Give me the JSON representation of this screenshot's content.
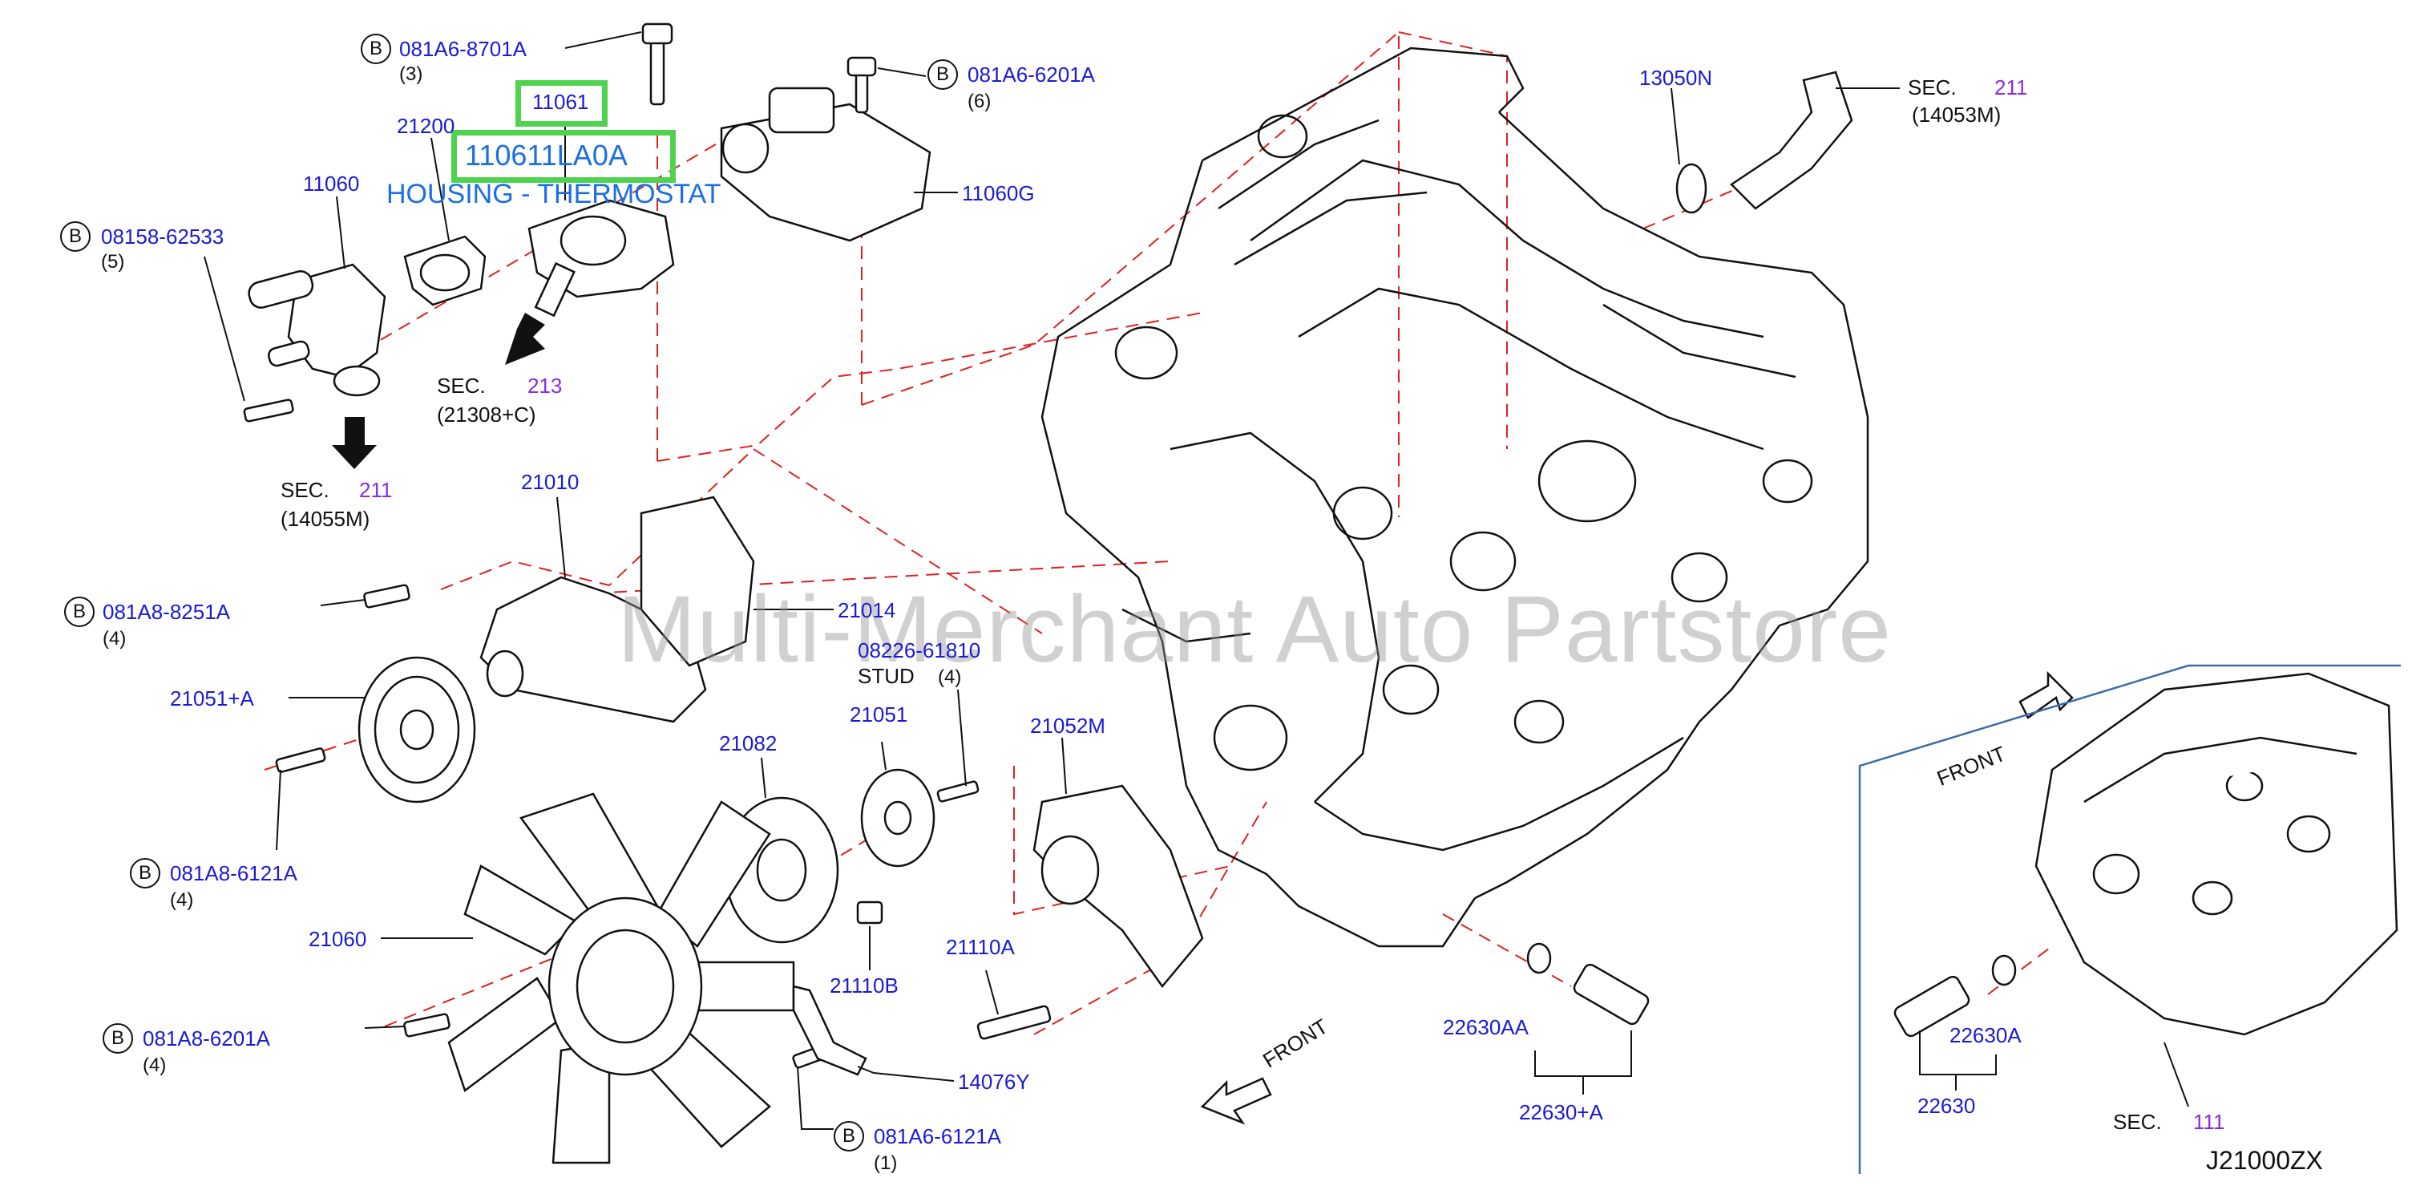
{
  "diagram_code": "J21000ZX",
  "watermark": "Multi-Merchant Auto Partstore",
  "highlight": {
    "part_number": "11061",
    "oem_number": "110611LA0A",
    "part_name": "HOUSING - THERMOSTAT"
  },
  "bolt_marker": "B",
  "front_label": "FRONT",
  "sec_word": "SEC.",
  "bolts": [
    {
      "code": "081A6-8701A",
      "qty": "(3)"
    },
    {
      "code": "081A6-6201A",
      "qty": "(6)"
    },
    {
      "code": "08158-62533",
      "qty": "(5)"
    },
    {
      "code": "081A8-8251A",
      "qty": "(4)"
    },
    {
      "code": "081A8-6121A",
      "qty": "(4)"
    },
    {
      "code": "081A8-6201A",
      "qty": "(4)"
    },
    {
      "code": "081A6-6121A",
      "qty": "(1)"
    }
  ],
  "parts": {
    "p21200": "21200",
    "p11060": "11060",
    "p11060g": "11060G",
    "p13050n": "13050N",
    "p21010": "21010",
    "p21014": "21014",
    "p21051a": "21051+A",
    "p21082": "21082",
    "p21051": "21051",
    "p21052m": "21052M",
    "p21060": "21060",
    "p21110b": "21110B",
    "p21110a": "21110A",
    "p14076y": "14076Y",
    "p22630aa": "22630AA",
    "p22630plusa": "22630+A",
    "p22630a": "22630A",
    "p22630": "22630"
  },
  "stud": {
    "code": "08226-61810",
    "name": "STUD",
    "qty": "(4)"
  },
  "sections": [
    {
      "num": "211",
      "ref": "(14053M)"
    },
    {
      "num": "213",
      "ref": "(21308+C)"
    },
    {
      "num": "211",
      "ref": "(14055M)"
    },
    {
      "num": "111",
      "ref": ""
    }
  ]
}
